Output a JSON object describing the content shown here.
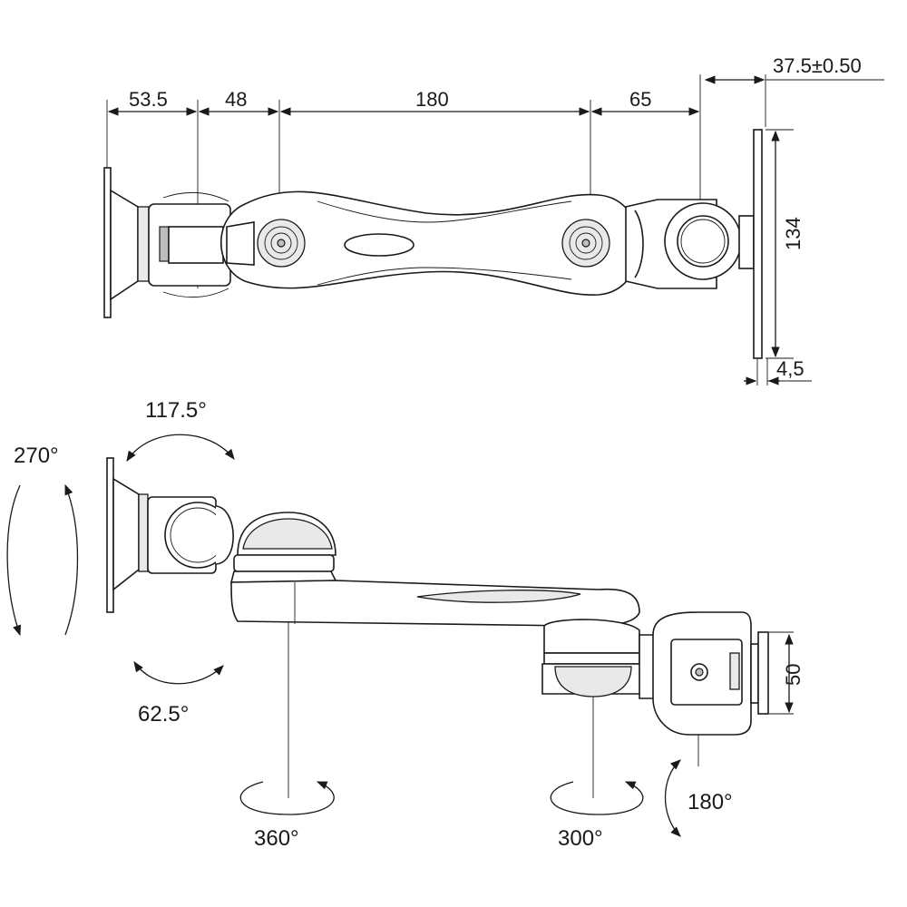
{
  "dimensions": {
    "d_53_5": "53.5",
    "d_48": "48",
    "d_180": "180",
    "d_65": "65",
    "d_37_5": "37.5±0.50",
    "d_134": "134",
    "d_4_5": "4,5",
    "d_50": "50"
  },
  "angles": {
    "tilt_up": "117.5°",
    "tilt_down": "62.5°",
    "rotate_vertical": "270°",
    "base_swivel": "360°",
    "elbow_swivel": "300°",
    "head_rotate": "180°"
  },
  "colors": {
    "line": "#1a1a1a",
    "fill": "#ffffff",
    "shade": "#e9e9e9"
  }
}
